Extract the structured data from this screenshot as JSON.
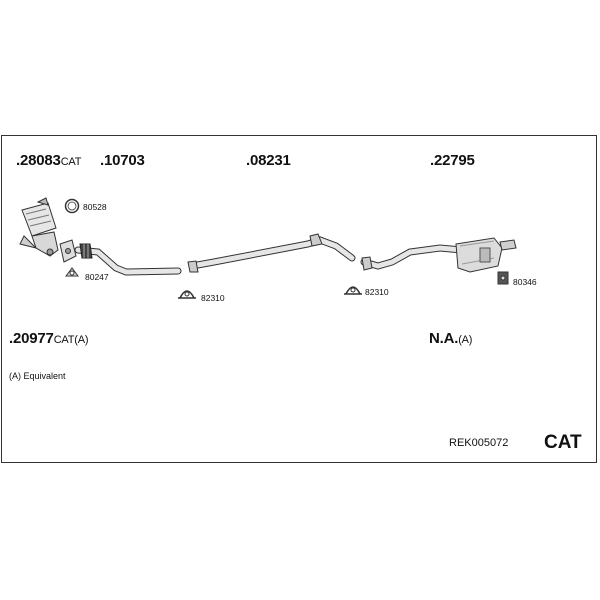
{
  "parts": {
    "p28083": {
      "number": ".28083",
      "suffix": "CAT"
    },
    "p10703": {
      "number": ".10703"
    },
    "p08231": {
      "number": ".08231"
    },
    "p22795": {
      "number": ".22795"
    },
    "p20977": {
      "number": ".20977",
      "suffix": "CAT(A)"
    },
    "pNA": {
      "number": "N.A.",
      "suffix": "(A)"
    }
  },
  "fittings": {
    "f80528": "80528",
    "f80247": "80247",
    "f82310a": "82310",
    "f82310b": "82310",
    "f80346": "80346"
  },
  "note": "(A) Equivalent",
  "reference": "REK005072",
  "badge": "CAT"
}
